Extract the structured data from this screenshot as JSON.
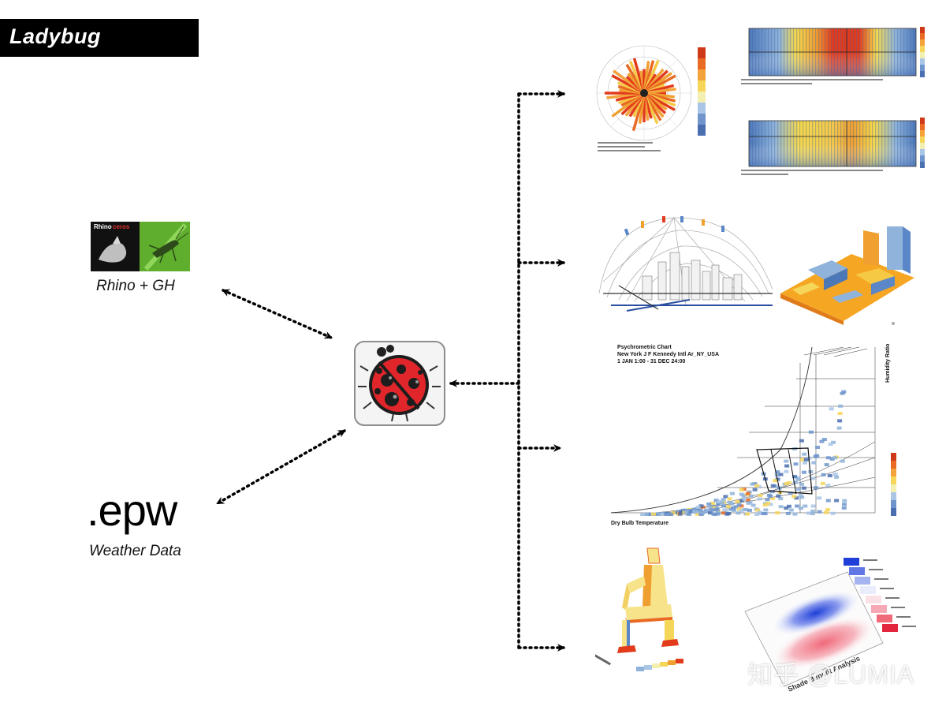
{
  "title": "Ladybug",
  "rhino": {
    "logo_text_rhino": "Rhino",
    "logo_text_ceros": "ceros",
    "label": "Rhino + GH"
  },
  "epw": {
    "text": ".epw",
    "subtitle": "Weather Data"
  },
  "psychrometric": {
    "title_line1": "Psychrometric Chart",
    "title_line2": "New York J F Kennedy Intl Ar_NY_USA",
    "title_line3": "1 JAN 1:00 - 31 DEC 24:00",
    "xlabel": "Dry Bulb Temperature",
    "ylabel": "Humidity Ratio"
  },
  "shade_label": "Shade Benefit Analysis",
  "watermark": "知乎 @LUMIA",
  "colors": {
    "hot": "#e23b1c",
    "warm": "#f5d84a",
    "cool": "#8fb3da",
    "cold": "#4d78b8",
    "ladybug_red": "#e0262b"
  }
}
